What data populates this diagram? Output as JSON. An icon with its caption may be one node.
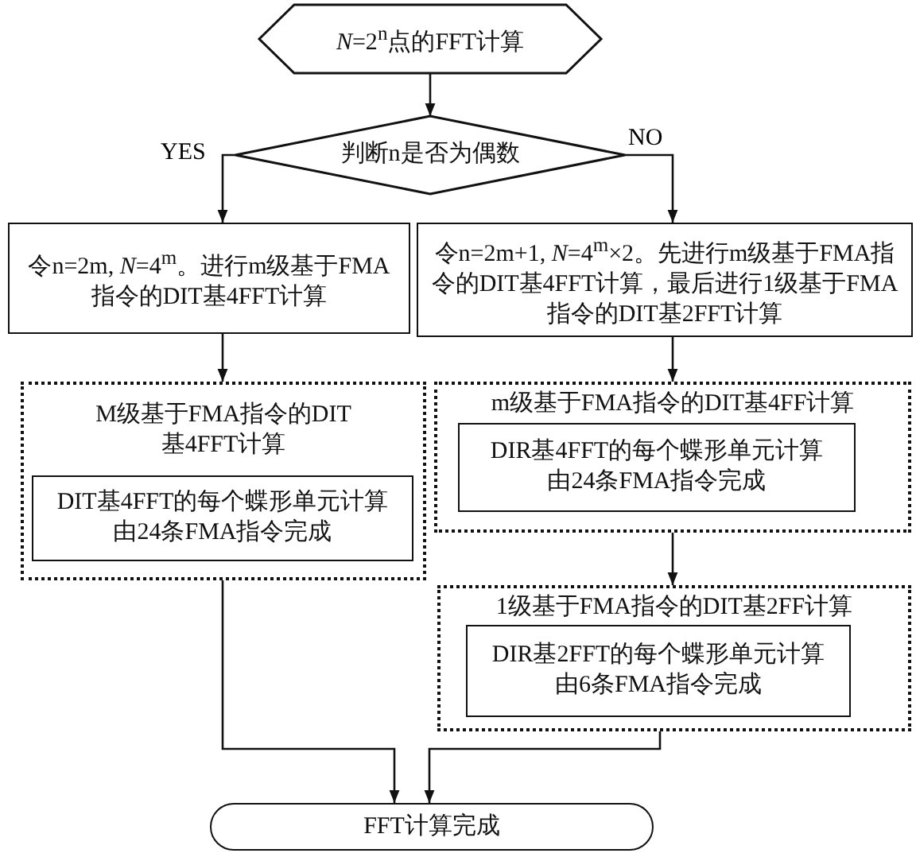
{
  "diagram": {
    "nodes": [
      {
        "text": [
          "*N*=2$^{n}$点的FFT计算"
        ]
      },
      {
        "text": [
          "判断n是否为偶数"
        ]
      },
      {
        "text": [
          "令n=2m, *N*=4$^{m}$。进行m级基于FMA指令的DIT基4FFT计算"
        ]
      },
      {
        "text": [
          "令n=2m+1, *N*=4$^{m}$×2。先进行m级基于FMA指令的DIT基4FFT计算，最后进行1级基于FMA指令的DIT基2FFT计算"
        ]
      },
      {
        "text": [
          "M级基于FMA指令的DIT基4FFT计算"
        ]
      },
      {
        "text": [
          "DIT基4FFT的每个蝶形单元计算由24条FMA指令完成"
        ],
        "in": 4
      },
      {
        "text": [
          "m级基于FMA指令的DIT基4FF计算"
        ]
      },
      {
        "text": [
          "DIR基4FFT的每个蝶形单元计算由24条FMA指令完成"
        ],
        "in": 6
      },
      {
        "text": [
          "1级基于FMA指令的DIT基2FF计算"
        ]
      },
      {
        "text": [
          "DIR基2FFT的每个蝶形单元计算由6条FMA指令完成"
        ],
        "in": 8
      },
      {
        "text": [
          "FFT计算完成"
        ]
      }
    ],
    "edges": [
      {
        "from": 0,
        "to": 1,
        "arrow": "to"
      },
      {
        "from": 1,
        "to": 2,
        "arrow": "to",
        "label": "YES"
      },
      {
        "from": 1,
        "to": 3,
        "arrow": "to",
        "label": "NO"
      },
      {
        "from": 2,
        "to": 4,
        "arrow": "to"
      },
      {
        "from": 3,
        "to": 6,
        "arrow": "to"
      },
      {
        "from": 6,
        "to": 8,
        "arrow": "to"
      },
      {
        "from": 4,
        "to": 10,
        "arrow": "to"
      },
      {
        "from": 8,
        "to": 10,
        "arrow": "to"
      }
    ]
  }
}
